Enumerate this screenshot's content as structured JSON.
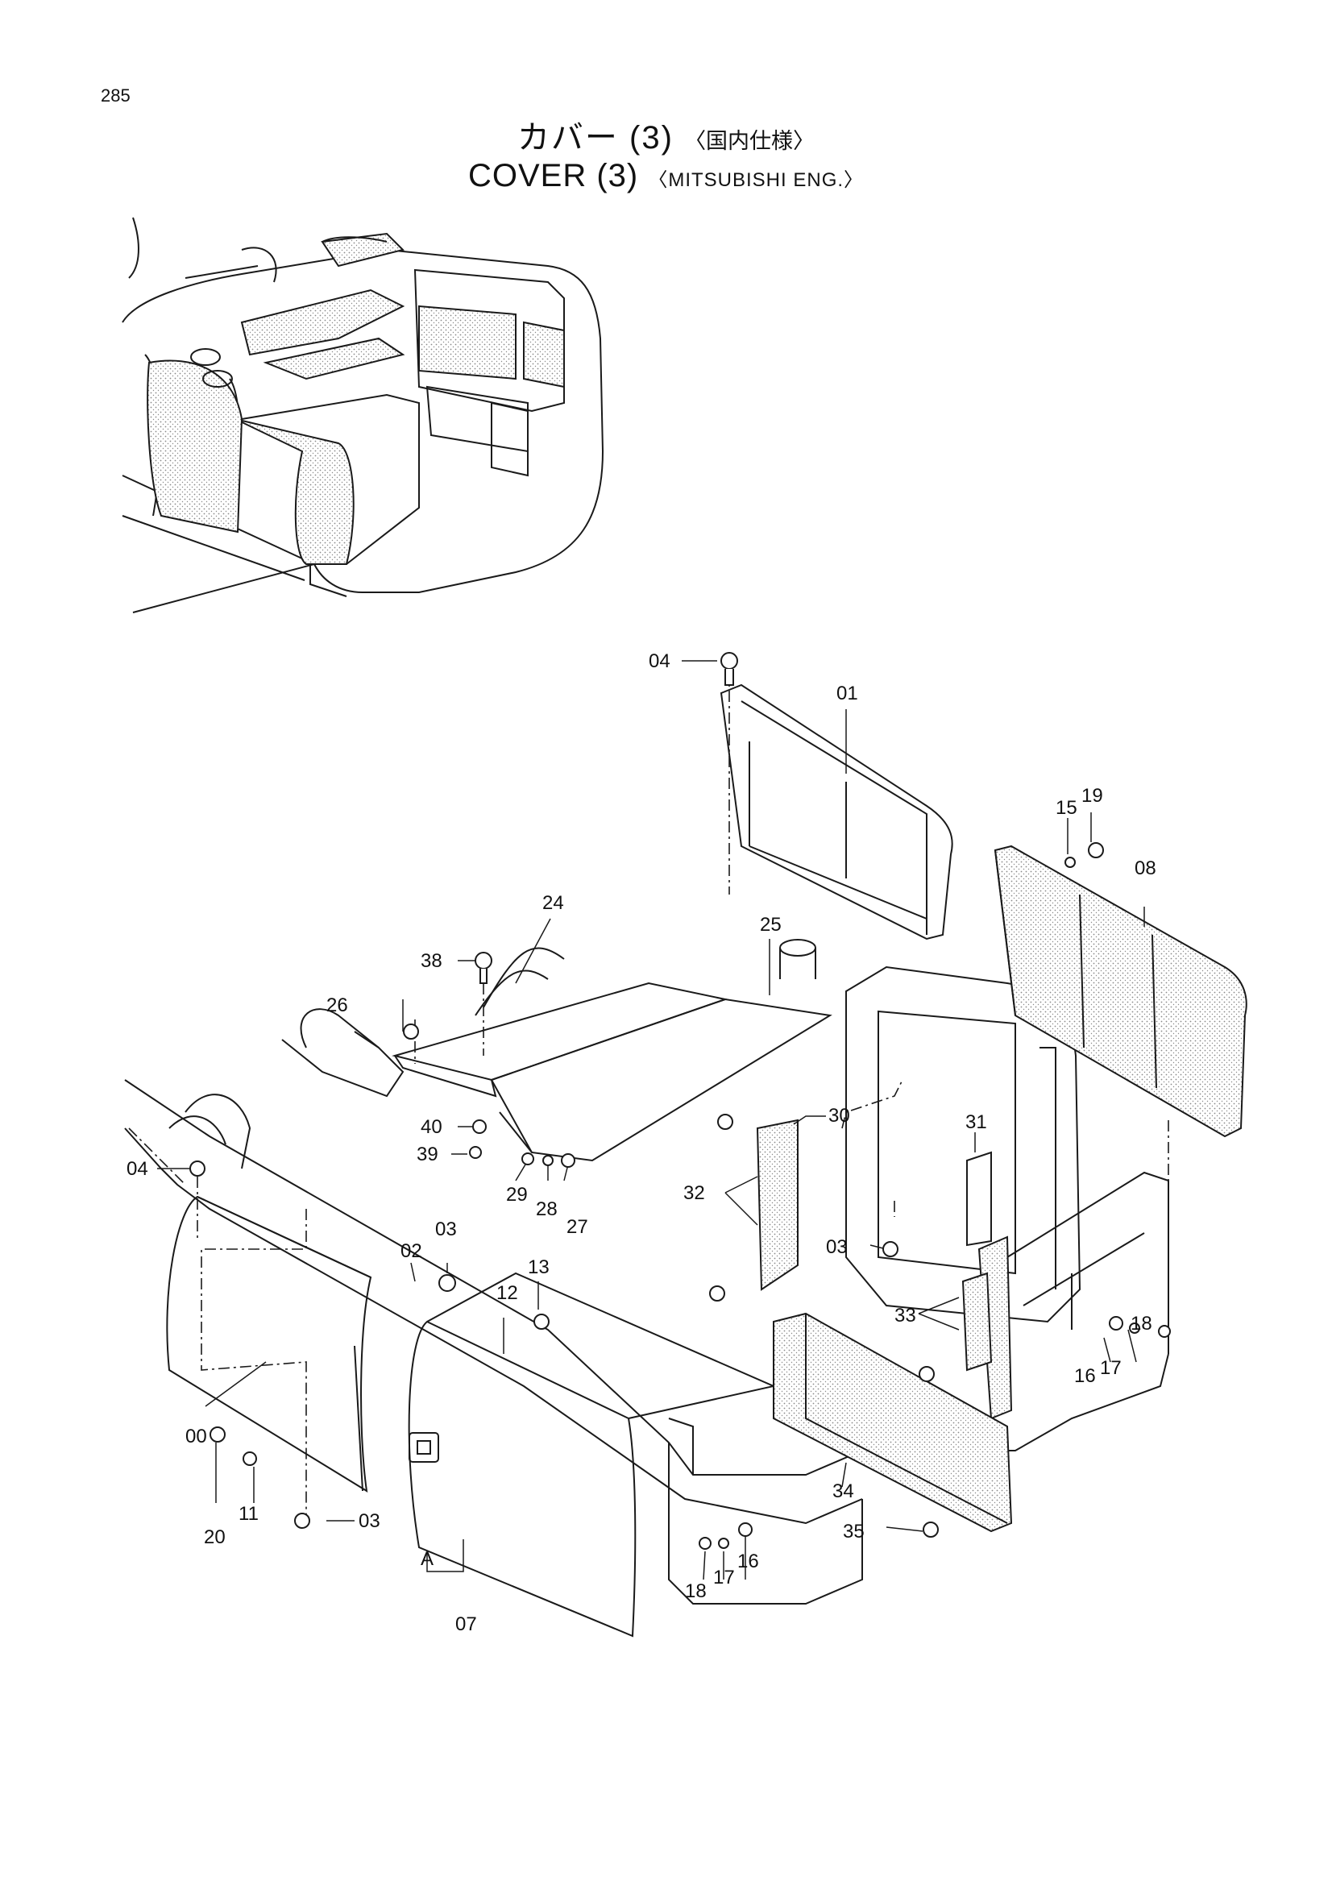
{
  "page_number": "285",
  "title_jp": {
    "main": "カバー (3)",
    "sub": "〈国内仕様〉"
  },
  "title_en": {
    "main": "COVER (3)",
    "sub": "〈MITSUBISHI ENG.〉"
  },
  "callouts": [
    "04",
    "01",
    "15",
    "19",
    "08",
    "24",
    "25",
    "38",
    "26",
    "30",
    "31",
    "40",
    "39",
    "29",
    "28",
    "27",
    "32",
    "04",
    "02",
    "03",
    "12",
    "13",
    "03",
    "33",
    "18",
    "16",
    "17",
    "00",
    "11",
    "20",
    "03",
    "A",
    "07",
    "34",
    "35",
    "18",
    "17",
    "16"
  ],
  "colors": {
    "line": "#1a1a1a",
    "background": "#ffffff",
    "stipple": "#8a8a8a"
  }
}
